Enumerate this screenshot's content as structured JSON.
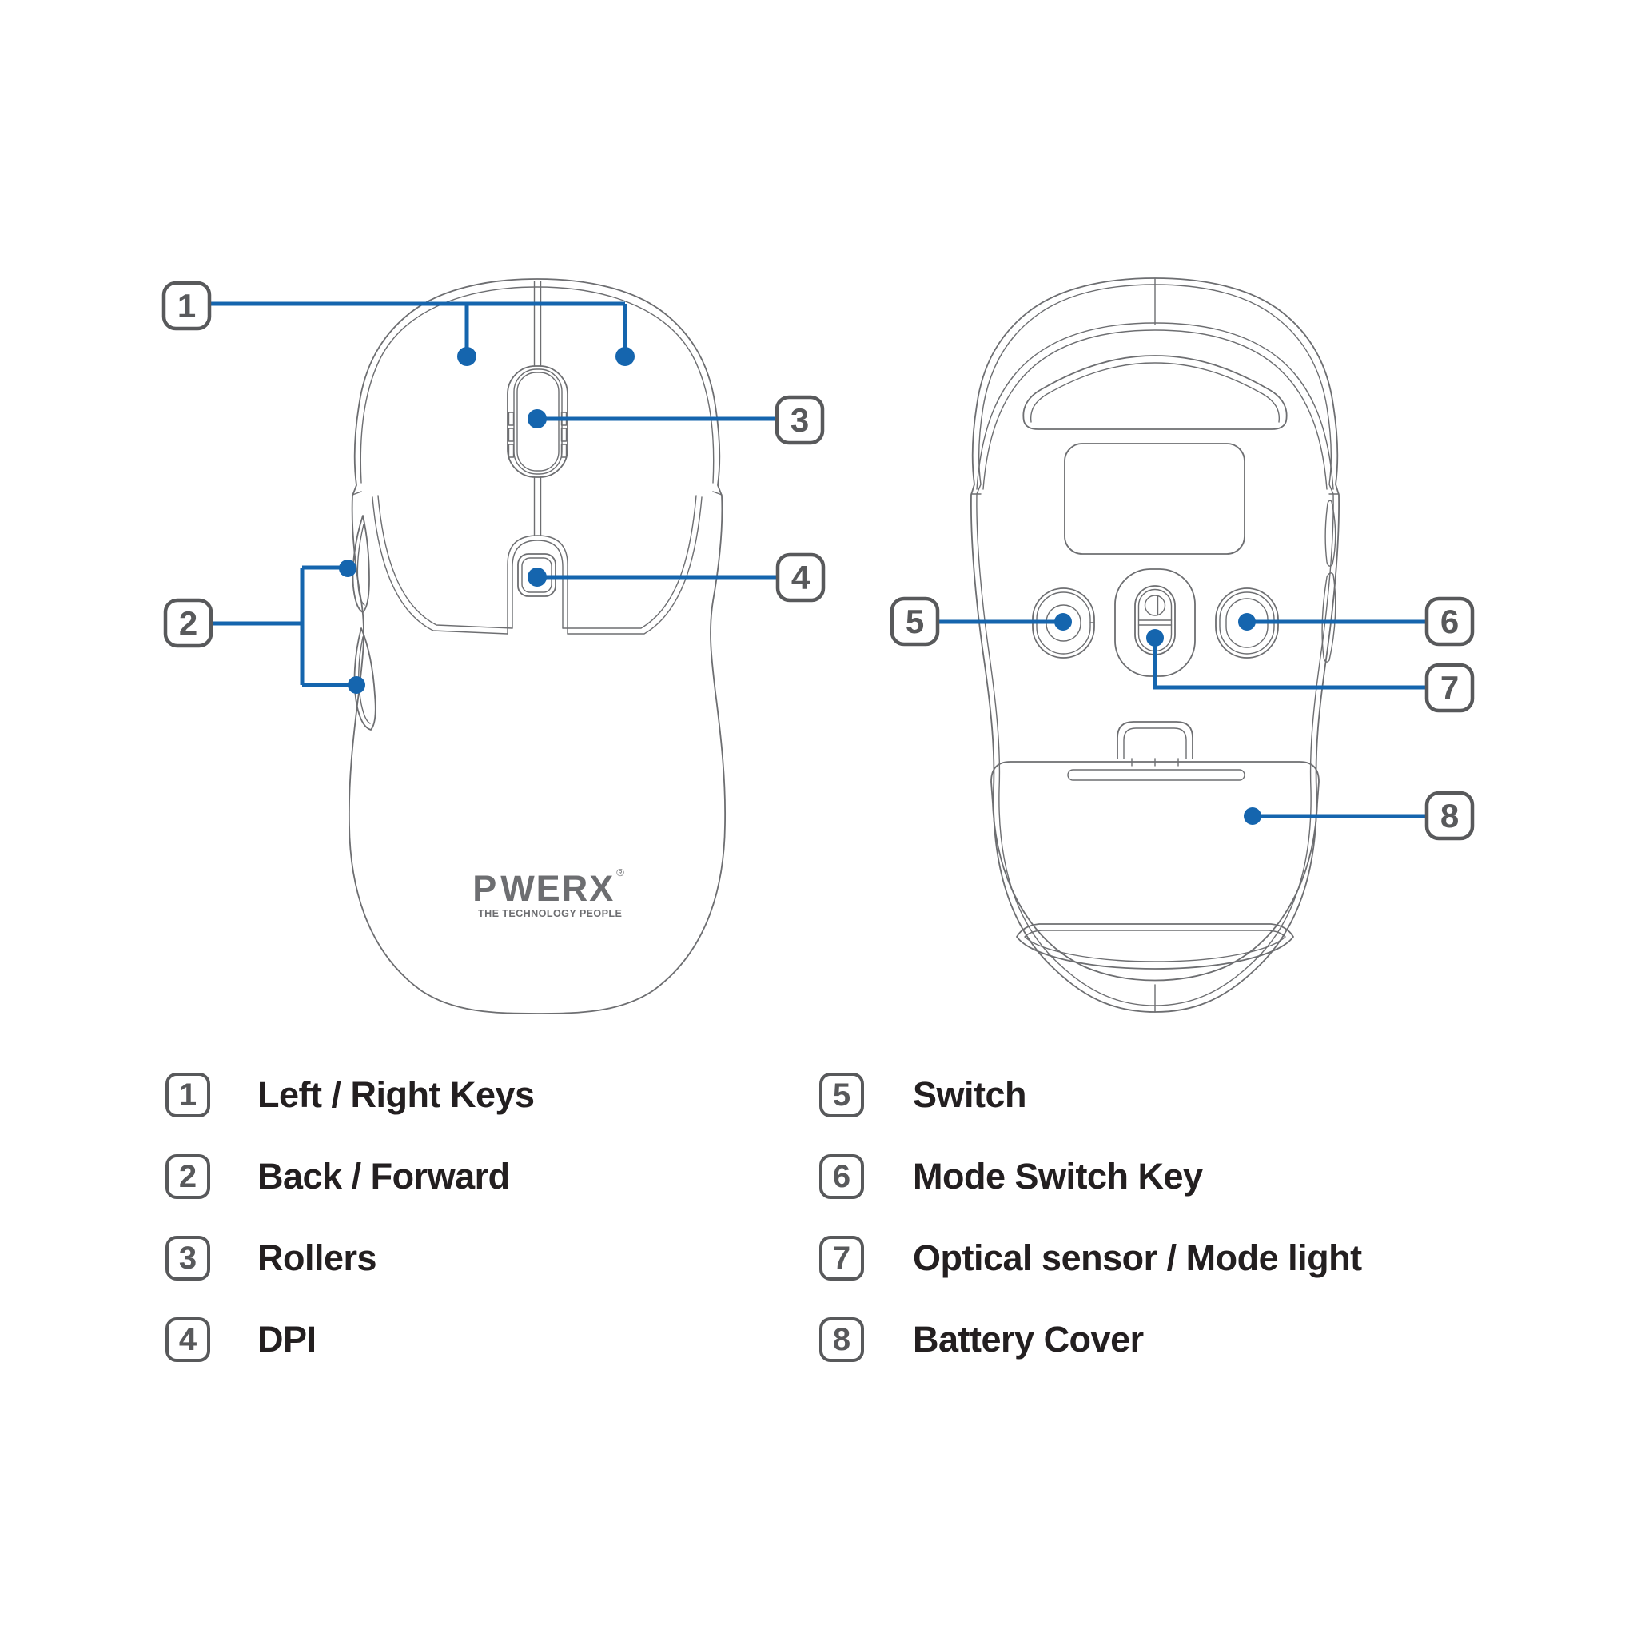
{
  "colors": {
    "accent_blue": "#1565ae",
    "line_gray": "#6d6e71",
    "badge_gray": "#58595b",
    "text_dark": "#231f20"
  },
  "logo": {
    "part1": "P",
    "part2": "WER",
    "part3": "X",
    "registered": "®",
    "tagline": "THE TECHNOLOGY PEOPLE"
  },
  "callouts": [
    {
      "number": "1",
      "label": "Left / Right Keys"
    },
    {
      "number": "2",
      "label": "Back / Forward"
    },
    {
      "number": "3",
      "label": "Rollers"
    },
    {
      "number": "4",
      "label": "DPI"
    },
    {
      "number": "5",
      "label": "Switch"
    },
    {
      "number": "6",
      "label": "Mode Switch Key"
    },
    {
      "number": "7",
      "label": "Optical sensor / Mode light"
    },
    {
      "number": "8",
      "label": "Battery Cover"
    }
  ]
}
